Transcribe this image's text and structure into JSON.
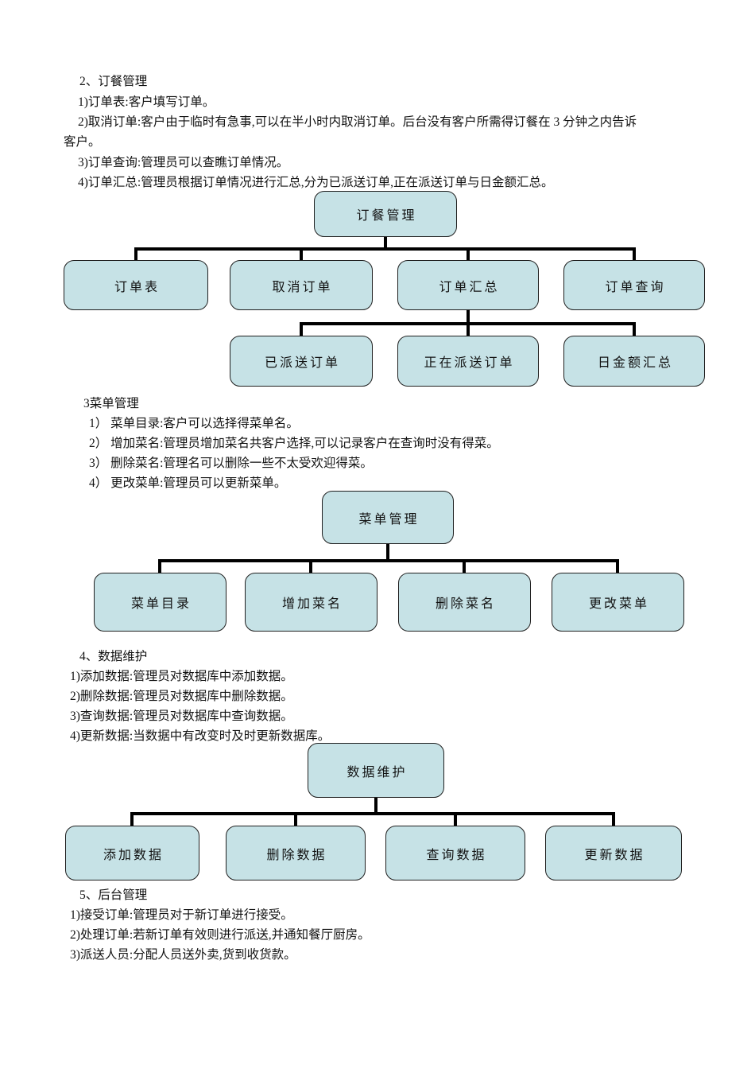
{
  "colors": {
    "box_fill": "#c6e2e6",
    "box_border": "#1f1f1f",
    "connector": "#000000",
    "text": "#121212"
  },
  "section_order": {
    "heading": "2、订餐管理",
    "item1": "1)订单表:客户填写订单。",
    "item2_l1": "2)取消订单:客户由于临时有急事,可以在半小时内取消订单。后台没有客户所需得订餐在 3 分钟之内告诉",
    "item2_l2": "客户。",
    "item3": "3)订单查询:管理员可以查瞧订单情况。",
    "item4": "4)订单汇总:管理员根据订单情况进行汇总,分为已派送订单,正在派送订单与日金额汇总。"
  },
  "diagram_order": {
    "root": "订餐管理",
    "child1": "订单表",
    "child2": "取消订单",
    "child3": "订单汇总",
    "child4": "订单查询",
    "sub1": "已派送订单",
    "sub2": "正在派送订单",
    "sub3": "日金额汇总"
  },
  "section_menu": {
    "heading": "3菜单管理",
    "item1": "1） 菜单目录:客户可以选择得菜单名。",
    "item2": "2） 增加菜名:管理员增加菜名共客户选择,可以记录客户在查询时没有得菜。",
    "item3": "3） 删除菜名:管理名可以删除一些不太受欢迎得菜。",
    "item4": "4） 更改菜单:管理员可以更新菜单。"
  },
  "diagram_menu": {
    "root": "菜单管理",
    "child1": "菜单目录",
    "child2": "增加菜名",
    "child3": "删除菜名",
    "child4": "更改菜单"
  },
  "section_data": {
    "heading": "4、数据维护",
    "item1": "1)添加数据:管理员对数据库中添加数据。",
    "item2": "2)删除数据:管理员对数据库中删除数据。",
    "item3": "3)查询数据:管理员对数据库中查询数据。",
    "item4": "4)更新数据:当数据中有改变时及时更新数据库。"
  },
  "diagram_data": {
    "root": "数据维护",
    "child1": "添加数据",
    "child2": "删除数据",
    "child3": "查询数据",
    "child4": "更新数据"
  },
  "section_backend": {
    "heading": "5、后台管理",
    "item1": "1)接受订单:管理员对于新订单进行接受。",
    "item2": "2)处理订单:若新订单有效则进行派送,并通知餐厅厨房。",
    "item3": "3)派送人员:分配人员送外卖,货到收货款。"
  }
}
